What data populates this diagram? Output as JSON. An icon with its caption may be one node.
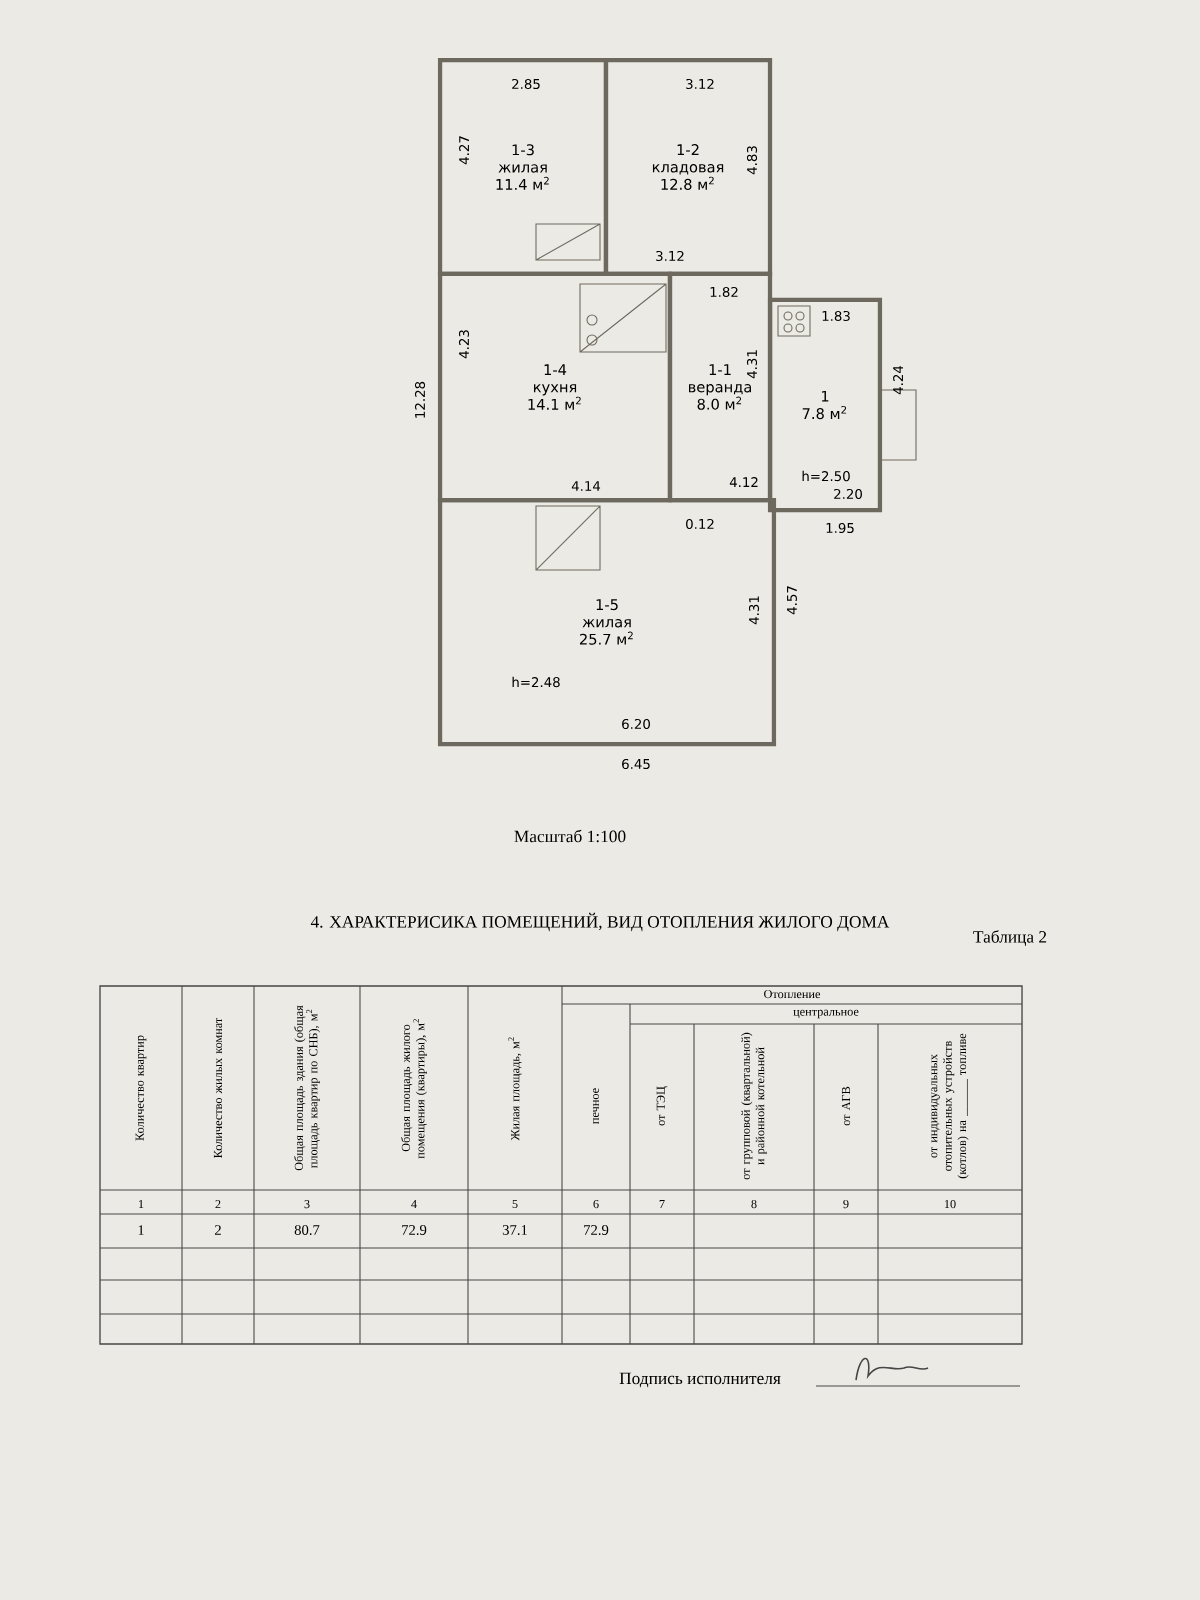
{
  "diagram": {
    "nodes": [
      {
        "text": [
          "1-3",
          "жилая",
          "11.4 м$^{2}$"
        ]
      },
      {
        "text": [
          "1-2",
          "кладовая",
          "12.8 м$^{2}$"
        ]
      },
      {
        "text": [
          "1-4",
          "кухня",
          "14.1 м$^{2}$"
        ]
      },
      {
        "text": [
          "1-1",
          "веранда",
          "8.0 м$^{2}$"
        ]
      },
      {
        "text": [
          "1",
          "7.8 м$^{2}$"
        ]
      },
      {
        "text": [
          "1-5",
          "жилая",
          "25.7 м$^{2}$"
        ]
      }
    ],
    "labels": [
      "2.85",
      "3.12",
      "4.27",
      "4.83",
      "3.12",
      "1.82",
      "4.23",
      "12.28",
      "4.31",
      "1.83",
      "4.24",
      "h=2.50",
      "4.12",
      "0.12",
      "2.20",
      "1.95",
      "4.14",
      "4.31",
      "4.57",
      "h=2.48",
      "6.20",
      "6.45",
      "Масштаб 1:100",
      "4. ХАРАКТЕРИСИКА ПОМЕЩЕНИЙ, ВИД ОТОПЛЕНИЯ ЖИЛОГО ДОМА",
      "Таблица 2",
      "Количество квартир",
      "Количество жилых комнат",
      "Общая площадь здания (общая площадь квартир по СНБ), м$^{2}$",
      "Общая площадь жилого помещения (квартиры), м$^{2}$",
      "Жилая площадь, м$^{2}$",
      "Отопление",
      "печное",
      "центральное",
      "от ТЭЦ",
      "от групповой (квартальной) и районной котельной",
      "от АГВ",
      "от индивидуальных отопительных устройств (котлов) на ______ топливе",
      "1",
      "2",
      "3",
      "4",
      "5",
      "6",
      "7",
      "8",
      "9",
      "10",
      "1",
      "2",
      "80.7",
      "72.9",
      "37.1",
      "72.9",
      "Подпись исполнителя"
    ]
  }
}
